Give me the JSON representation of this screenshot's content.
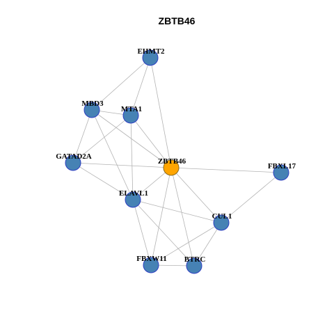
{
  "title": "ZBTB46",
  "colors": {
    "node": "#4682b4",
    "hub": "#ffa500",
    "edge": "#b3b3b3",
    "background": "#ffffff"
  },
  "nodes": [
    {
      "id": "EHMT2",
      "label": "EHMT2",
      "hub": false
    },
    {
      "id": "MBD3",
      "label": "MBD3",
      "hub": false
    },
    {
      "id": "MTA1",
      "label": "MTA1",
      "hub": false
    },
    {
      "id": "GATAD2A",
      "label": "GATAD2A",
      "hub": false
    },
    {
      "id": "ZBTB46",
      "label": "ZBTB46",
      "hub": true
    },
    {
      "id": "FBXL17",
      "label": "FBXL17",
      "hub": false
    },
    {
      "id": "ELAVL1",
      "label": "ELAVL1",
      "hub": false
    },
    {
      "id": "CUL1",
      "label": "CUL1",
      "hub": false
    },
    {
      "id": "FBXW11",
      "label": "FBXW11",
      "hub": false
    },
    {
      "id": "BTRC",
      "label": "BTRC",
      "hub": false
    }
  ],
  "edges": [
    [
      "EHMT2",
      "MBD3"
    ],
    [
      "EHMT2",
      "MTA1"
    ],
    [
      "EHMT2",
      "ZBTB46"
    ],
    [
      "MBD3",
      "MTA1"
    ],
    [
      "MBD3",
      "GATAD2A"
    ],
    [
      "MBD3",
      "ZBTB46"
    ],
    [
      "MBD3",
      "ELAVL1"
    ],
    [
      "MTA1",
      "GATAD2A"
    ],
    [
      "MTA1",
      "ZBTB46"
    ],
    [
      "MTA1",
      "ELAVL1"
    ],
    [
      "GATAD2A",
      "ZBTB46"
    ],
    [
      "GATAD2A",
      "ELAVL1"
    ],
    [
      "ZBTB46",
      "FBXL17"
    ],
    [
      "ZBTB46",
      "ELAVL1"
    ],
    [
      "ZBTB46",
      "CUL1"
    ],
    [
      "ZBTB46",
      "FBXW11"
    ],
    [
      "ZBTB46",
      "BTRC"
    ],
    [
      "FBXL17",
      "CUL1"
    ],
    [
      "ELAVL1",
      "CUL1"
    ],
    [
      "ELAVL1",
      "FBXW11"
    ],
    [
      "ELAVL1",
      "BTRC"
    ],
    [
      "CUL1",
      "FBXW11"
    ],
    [
      "CUL1",
      "BTRC"
    ],
    [
      "FBXW11",
      "BTRC"
    ]
  ]
}
